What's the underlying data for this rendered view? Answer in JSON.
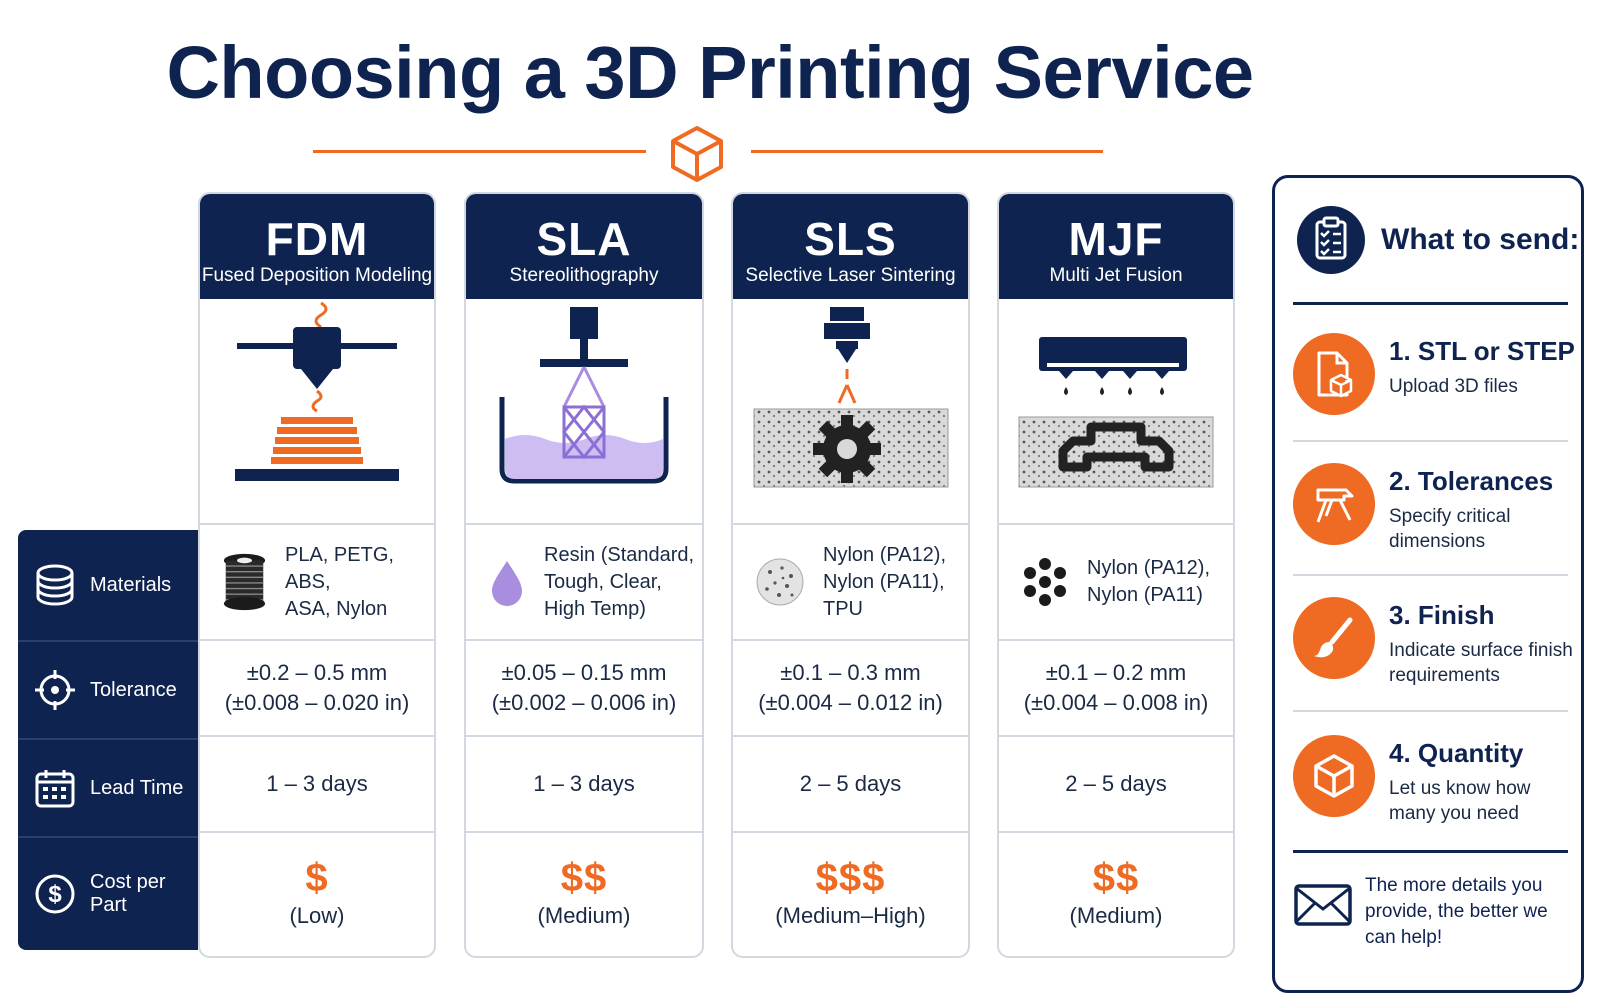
{
  "title": "Choosing a 3D Printing Service",
  "colors": {
    "navy": "#0f2350",
    "orange": "#ef6a22",
    "purple": "#a98ee0",
    "border": "#d3d8e0"
  },
  "row_labels": {
    "materials": "Materials",
    "tolerance": "Tolerance",
    "lead_time": "Lead Time",
    "cost": "Cost per Part"
  },
  "row_icons": [
    "material-spool-stack-icon",
    "target-crosshair-icon",
    "calendar-icon",
    "dollar-coin-icon"
  ],
  "services": [
    {
      "abbr": "FDM",
      "name": "Fused Deposition Modeling",
      "illustration": "fdm-printer-illustration",
      "material_icon": "filament-spool-icon",
      "materials": [
        "PLA, PETG, ABS,",
        "ASA, Nylon"
      ],
      "tolerance_mm": "±0.2 – 0.5 mm",
      "tolerance_in": "(±0.008 – 0.020 in)",
      "lead_time": "1 – 3 days",
      "cost_symbol": "$",
      "cost_note": "(Low)"
    },
    {
      "abbr": "SLA",
      "name": "Stereolithography",
      "illustration": "sla-resin-vat-illustration",
      "material_icon": "resin-drop-icon",
      "materials": [
        "Resin (Standard,",
        "Tough, Clear,",
        "High Temp)"
      ],
      "tolerance_mm": "±0.05 – 0.15 mm",
      "tolerance_in": "(±0.002 – 0.006 in)",
      "lead_time": "1 – 3 days",
      "cost_symbol": "$$",
      "cost_note": "(Medium)"
    },
    {
      "abbr": "SLS",
      "name": "Selective Laser Sintering",
      "illustration": "sls-laser-powder-illustration",
      "material_icon": "powder-circle-icon",
      "materials": [
        "Nylon (PA12),",
        "Nylon (PA11),",
        "TPU"
      ],
      "tolerance_mm": "±0.1 – 0.3 mm",
      "tolerance_in": "(±0.004 – 0.012 in)",
      "lead_time": "2 – 5 days",
      "cost_symbol": "$$$",
      "cost_note": "(Medium–High)"
    },
    {
      "abbr": "MJF",
      "name": "Multi Jet Fusion",
      "illustration": "mjf-inkjet-powder-illustration",
      "material_icon": "dots-cluster-icon",
      "materials": [
        "Nylon (PA12),",
        "Nylon (PA11)"
      ],
      "tolerance_mm": "±0.1 – 0.2 mm",
      "tolerance_in": "(±0.004 – 0.008 in)",
      "lead_time": "2 – 5 days",
      "cost_symbol": "$$",
      "cost_note": "(Medium)"
    }
  ],
  "panel": {
    "title": "What to send:",
    "steps": [
      {
        "title": "1. STL or STEP",
        "desc": "Upload 3D files",
        "icon": "file-cube-icon"
      },
      {
        "title": "2. Tolerances",
        "desc": "Specify critical dimensions",
        "icon": "caliper-icon"
      },
      {
        "title": "3. Finish",
        "desc": "Indicate surface finish requirements",
        "icon": "paintbrush-icon"
      },
      {
        "title": "4. Quantity",
        "desc": "Let us know how many you need",
        "icon": "cube-icon"
      }
    ],
    "footer": "The more details you provide, the better we can help!"
  }
}
